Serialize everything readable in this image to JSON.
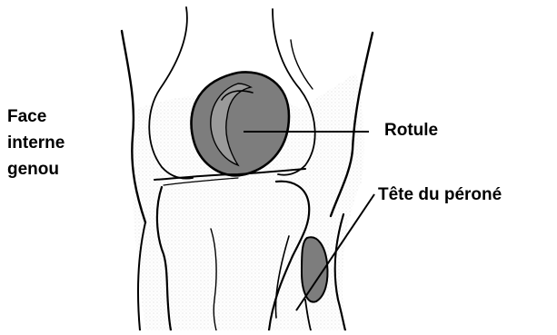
{
  "labels": {
    "face_interne": [
      "Face",
      "interne",
      "genou"
    ],
    "rotule": "Rotule",
    "tete_perone": "Tête du péroné"
  },
  "colors": {
    "ink": "#000000",
    "bone_shade": "#7d7d7d",
    "patella_inner": "#9a9a9a",
    "stipple": "#bdbdbd",
    "background": "#ffffff"
  }
}
